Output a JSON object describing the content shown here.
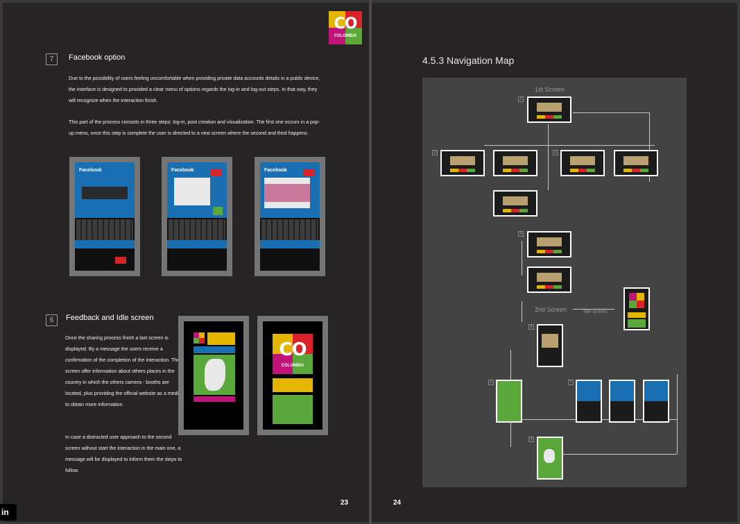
{
  "left": {
    "section7": {
      "num": "7",
      "title": "Facebook option",
      "para1": "Due to the possibility of users feeling uncomfortable when providing private data accounts details in a public device, the interface is designed to provided a clear menu of options regards the log-in and log-out steps. In that way, they will recognize when the interaction finish.",
      "para2": "This part of the process consists in three steps: log-in, post creation and visualization. The first one occurs in a pop-up menu, once this step is complete the user is directed to a new screen where the second and third happens."
    },
    "section6": {
      "num": "6",
      "title": "Feedback and Idle screen",
      "para1": "Once the sharing process finish a last screen is displayed. By a message the users receive a confirmation of the completion of the interaction.  The screen offer information about others places in the country in which the others camera - booths are located, plus providing the official website as a media to obtain more information.",
      "para2": "In case a distracted user approach to the second screen without start the interaction in the main one, a message will be displayed to inform them the steps to follow."
    },
    "devices": {
      "fb_label": "Facebook"
    },
    "logo_text": "CO",
    "logo_word": "COLOMBIA",
    "page_number": "23"
  },
  "right": {
    "title": "4.5.3 Navigation Map",
    "first_screen": "1st Screen",
    "second_screen": "2nd Screen",
    "idle_screen": "Idle screen",
    "markers": [
      "1",
      "2",
      "3",
      "4",
      "5",
      "6",
      "7",
      "8"
    ],
    "page_number": "24"
  },
  "linkedin": "in",
  "colors": {
    "page": "#272425",
    "facebook_blue": "#1a6fb3",
    "yellow": "#e4b600",
    "red": "#d8232a",
    "green": "#5aa83a",
    "magenta": "#c2137a"
  }
}
